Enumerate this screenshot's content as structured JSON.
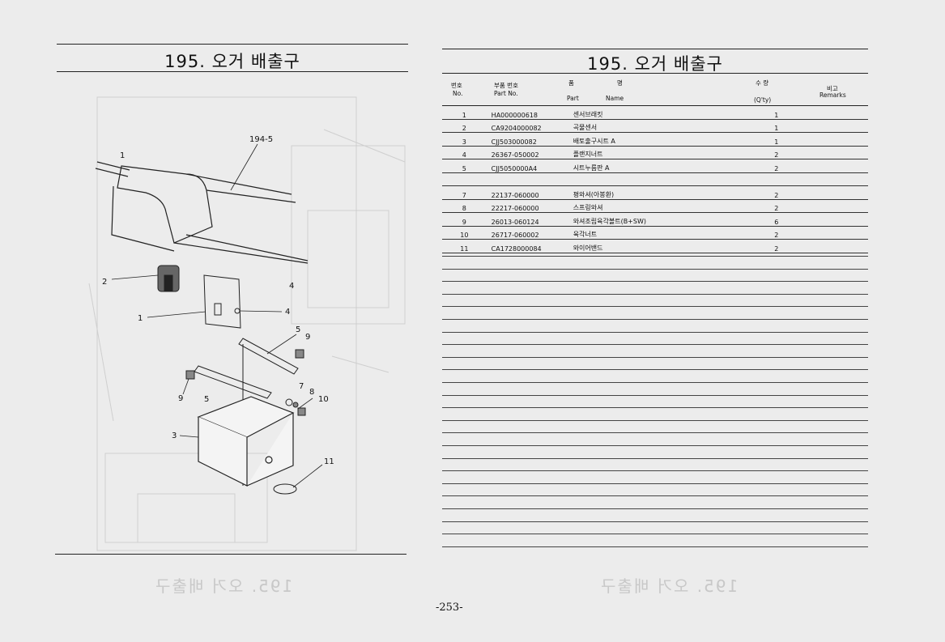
{
  "left_page": {
    "title": "195. 오거 배출구",
    "ghost_text": "195. 오거 배출구",
    "diagram_callouts": [
      {
        "label": "194-5",
        "name": "callout-194-5"
      },
      {
        "label": "1",
        "name": "callout-top-1"
      },
      {
        "label": "2",
        "name": "callout-2"
      },
      {
        "label": "4",
        "name": "callout-4-upper"
      },
      {
        "label": "1",
        "name": "callout-1"
      },
      {
        "label": "4",
        "name": "callout-4-lower"
      },
      {
        "label": "5",
        "name": "callout-5-right"
      },
      {
        "label": "9",
        "name": "callout-9-right"
      },
      {
        "label": "7",
        "name": "callout-7"
      },
      {
        "label": "8",
        "name": "callout-8"
      },
      {
        "label": "10",
        "name": "callout-10"
      },
      {
        "label": "9",
        "name": "callout-9-left"
      },
      {
        "label": "5",
        "name": "callout-5-left"
      },
      {
        "label": "3",
        "name": "callout-3"
      },
      {
        "label": "11",
        "name": "callout-11"
      }
    ]
  },
  "right_page": {
    "title": "195. 오거 배출구",
    "ghost_text": "195. 오거 배출구",
    "headers": {
      "no_kr": "번호",
      "no_en": "No.",
      "part_kr": "부품 번호",
      "part_en": "Part   No.",
      "name_kr_1": "품",
      "name_kr_2": "명",
      "name_en_1": "Part",
      "name_en_2": "Name",
      "qty_kr": "수 량",
      "qty_en": "(Q'ty)",
      "remarks_kr": "비고",
      "remarks_en": "Remarks"
    },
    "rows": [
      {
        "no": "1",
        "part": "HA000000618",
        "name": "센서브래킷",
        "qty": "1"
      },
      {
        "no": "2",
        "part": "CA9204000082",
        "name": "곡물센서",
        "qty": "1"
      },
      {
        "no": "3",
        "part": "CJJ503000082",
        "name": "배토출구시트 A",
        "qty": "1"
      },
      {
        "no": "4",
        "part": "26367-050002",
        "name": "플랜지너트",
        "qty": "2"
      },
      {
        "no": "5",
        "part": "CJJ5050000A4",
        "name": "시트누름판 A",
        "qty": "2"
      },
      {
        "no": "",
        "part": "",
        "name": "",
        "qty": ""
      },
      {
        "no": "7",
        "part": "22137-060000",
        "name": "평와셔(아봉환)",
        "qty": "2"
      },
      {
        "no": "8",
        "part": "22217-060000",
        "name": "스프링와셔",
        "qty": "2"
      },
      {
        "no": "9",
        "part": "26013-060124",
        "name": "와셔조립육각볼트(B+SW)",
        "qty": "6"
      },
      {
        "no": "10",
        "part": "26717-060002",
        "name": "육각너트",
        "qty": "2"
      },
      {
        "no": "11",
        "part": "CA1728000084",
        "name": "와이어밴드",
        "qty": "2"
      }
    ]
  },
  "footer": {
    "page_number": "-253-"
  }
}
